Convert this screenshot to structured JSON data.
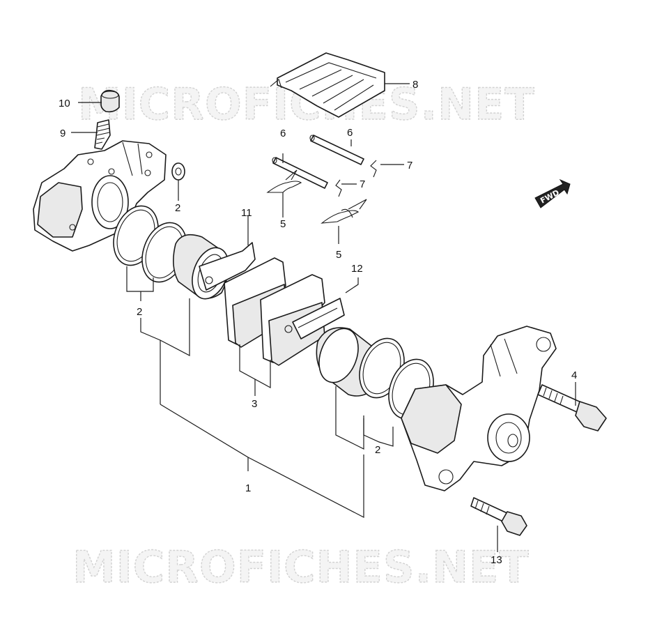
{
  "watermark": {
    "text": "MICROFICHES.NET"
  },
  "direction_badge": {
    "label": "FWD"
  },
  "callouts": {
    "c1": "1",
    "c2_caliper": "2",
    "c2_left": "2",
    "c2_right": "2",
    "c3": "3",
    "c4": "4",
    "c5_top": "5",
    "c5_bottom": "5",
    "c6_left": "6",
    "c6_right": "6",
    "c7_right": "7",
    "c7_mid": "7",
    "c8": "8",
    "c9": "9",
    "c10": "10",
    "c11": "11",
    "c12": "12",
    "c13": "13"
  },
  "colors": {
    "line": "#1a1a1a",
    "watermark_fill": "#f4f4f4",
    "watermark_stroke": "#d2d2d2",
    "badge_fill": "#222222"
  }
}
